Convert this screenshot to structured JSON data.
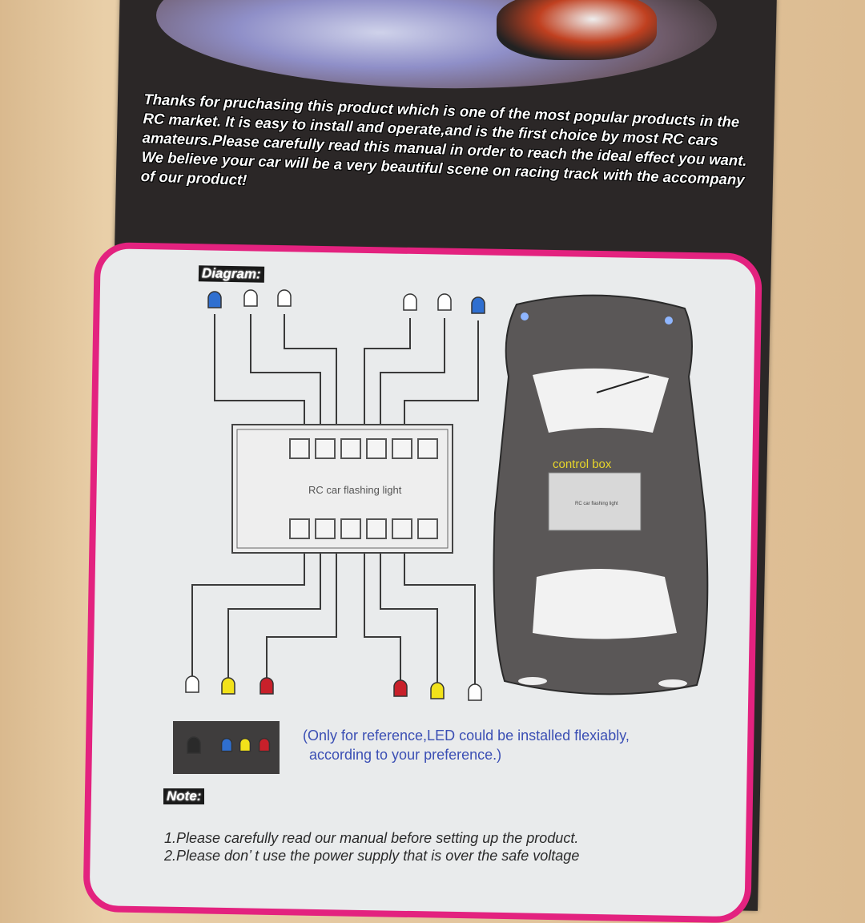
{
  "intro_text": "Thanks for pruchasing this product which is one of the most popular products in the RC market. It is easy to install and operate,and is the first choice by most RC cars amateurs.Please carefully read this manual in order to reach the ideal effect you want. We believe your car will be a very beautiful scene on racing track with the accompany of our product!",
  "diagram": {
    "heading": "Diagram:",
    "module_label": "RC car flashing light",
    "car_label": "control box",
    "car_module_label": "RC car flashing light",
    "top_leds": [
      "#2f6fd0",
      "#ffffff",
      "#ffffff",
      "#ffffff",
      "#ffffff",
      "#2f6fd0"
    ],
    "bottom_leds": [
      "#ffffff",
      "#f2e21a",
      "#c8202a",
      "#c8202a",
      "#f2e21a",
      "#ffffff"
    ],
    "legend_leds": [
      "#2a2a2a",
      "#2f6fd0",
      "#f2e21a",
      "#c8202a"
    ]
  },
  "reference_note": [
    "(Only for reference,LED could be installed flexiably,",
    "according to your preference.)"
  ],
  "note": {
    "heading": "Note:",
    "items": [
      "1.Please carefully read our manual before setting up the product.",
      "2.Please don’ t use the power supply that is over the safe voltage"
    ]
  },
  "colors": {
    "border": "#e3227f",
    "card": "#2b2727",
    "reference_text": "#3b4fb4"
  }
}
